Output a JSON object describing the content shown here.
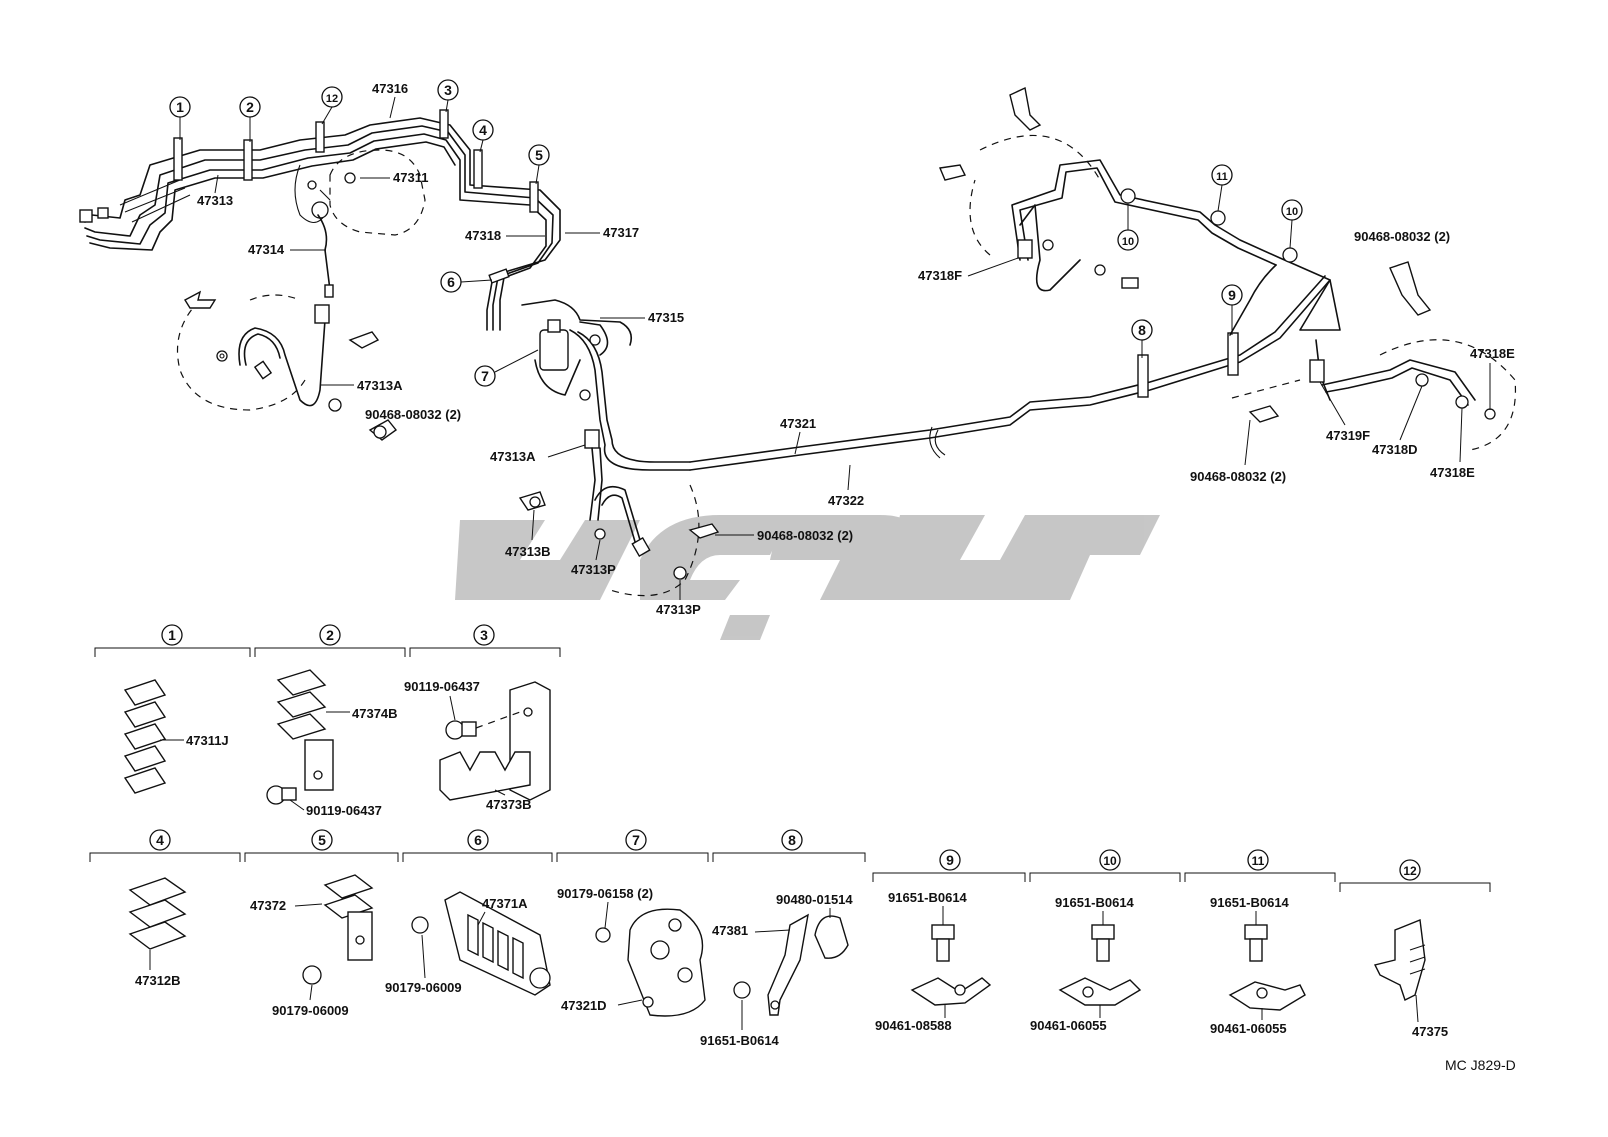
{
  "labels": {
    "p47316": "47316",
    "p47313": "47313",
    "p47311": "47311",
    "p47318": "47318",
    "p47317": "47317",
    "p47314": "47314",
    "p47315": "47315",
    "p47313A_left": "47313A",
    "p90468_left": "90468-08032 (2)",
    "p47313A_center": "47313A",
    "p47321": "47321",
    "p47322": "47322",
    "p47313B": "47313B",
    "p47313P_a": "47313P",
    "p47313P_b": "47313P",
    "p90468_center": "90468-08032 (2)",
    "p47318F": "47318F",
    "p90468_right_top": "90468-08032 (2)",
    "p47318E_top": "47318E",
    "p47319F": "47319F",
    "p47318D": "47318D",
    "p47318E_bottom": "47318E",
    "p90468_right_bottom": "90468-08032 (2)"
  },
  "callouts": [
    "1",
    "2",
    "3",
    "4",
    "5",
    "6",
    "7",
    "8",
    "9",
    "10",
    "11",
    "12"
  ],
  "detail_parts": {
    "d1": {
      "num": "1",
      "parts": [
        "47311J"
      ]
    },
    "d2": {
      "num": "2",
      "parts": [
        "47374B",
        "90119-06437"
      ]
    },
    "d3": {
      "num": "3",
      "parts": [
        "90119-06437",
        "47373B"
      ]
    },
    "d4": {
      "num": "4",
      "parts": [
        "47312B"
      ]
    },
    "d5": {
      "num": "5",
      "parts": [
        "47372",
        "90179-06009"
      ]
    },
    "d6": {
      "num": "6",
      "parts": [
        "47371A",
        "90179-06009"
      ]
    },
    "d7": {
      "num": "7",
      "parts": [
        "90179-06158 (2)",
        "47321D"
      ]
    },
    "d8": {
      "num": "8",
      "parts": [
        "90480-01514",
        "47381",
        "91651-B0614"
      ]
    },
    "d9": {
      "num": "9",
      "parts": [
        "91651-B0614",
        "90461-08588"
      ]
    },
    "d10": {
      "num": "10",
      "parts": [
        "91651-B0614",
        "90461-06055"
      ]
    },
    "d11": {
      "num": "11",
      "parts": [
        "91651-B0614",
        "90461-06055"
      ]
    },
    "d12": {
      "num": "12",
      "parts": [
        "47375"
      ]
    }
  },
  "code": "MC J829-D",
  "watermark_color": "#bdbdbd",
  "line_color": "#111111"
}
